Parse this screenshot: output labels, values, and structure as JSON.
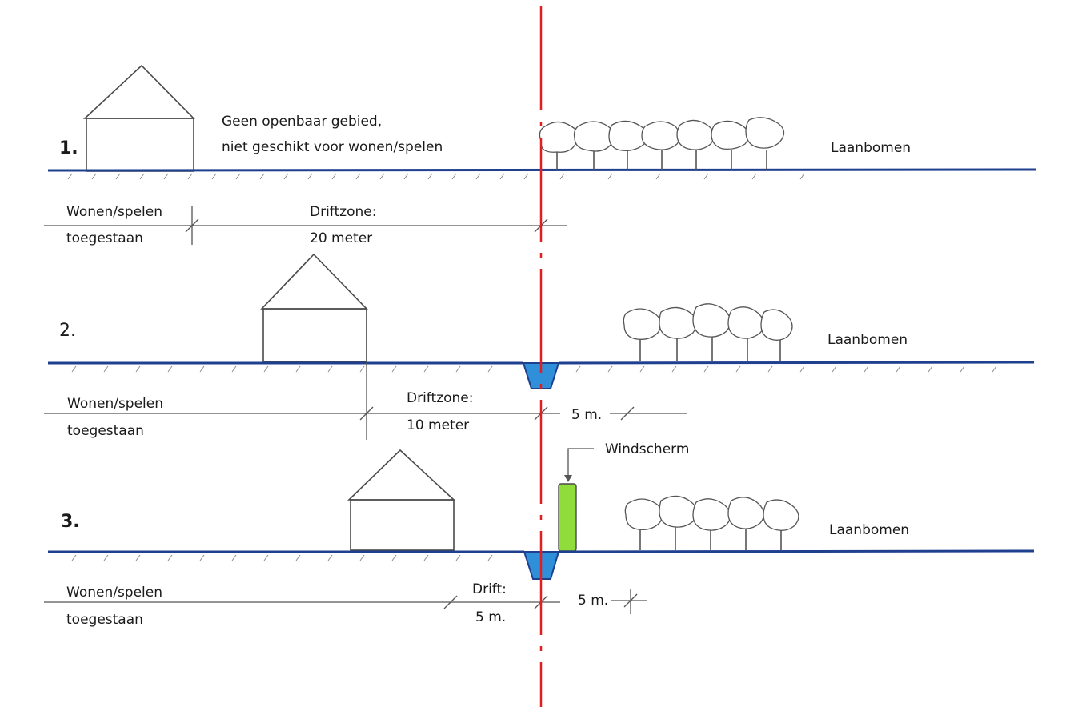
{
  "scenarios": [
    {
      "number": "1.",
      "note_line1": "Geen openbaar gebied,",
      "note_line2": "niet geschikt voor wonen/spelen",
      "trees_label": "Laanbomen",
      "allowed_line1": "Wonen/spelen",
      "allowed_line2": "toegestaan",
      "zone_line1": "Driftzone:",
      "zone_line2": "20 meter"
    },
    {
      "number": "2.",
      "trees_label": "Laanbomen",
      "allowed_line1": "Wonen/spelen",
      "allowed_line2": "toegestaan",
      "zone_line1": "Driftzone:",
      "zone_line2": "10 meter",
      "offset_label": "5 m."
    },
    {
      "number": "3.",
      "screen_label": "Windscherm",
      "trees_label": "Laanbomen",
      "allowed_line1": "Wonen/spelen",
      "allowed_line2": "toegestaan",
      "zone_line1": "Drift:",
      "zone_line2": "5 m.",
      "offset_label": "5 m."
    }
  ],
  "colors": {
    "ground": "#1f3f8f",
    "boundary_line": "#e02020",
    "water": "#2f8fd8",
    "windscreen": "#8fdc3a"
  }
}
